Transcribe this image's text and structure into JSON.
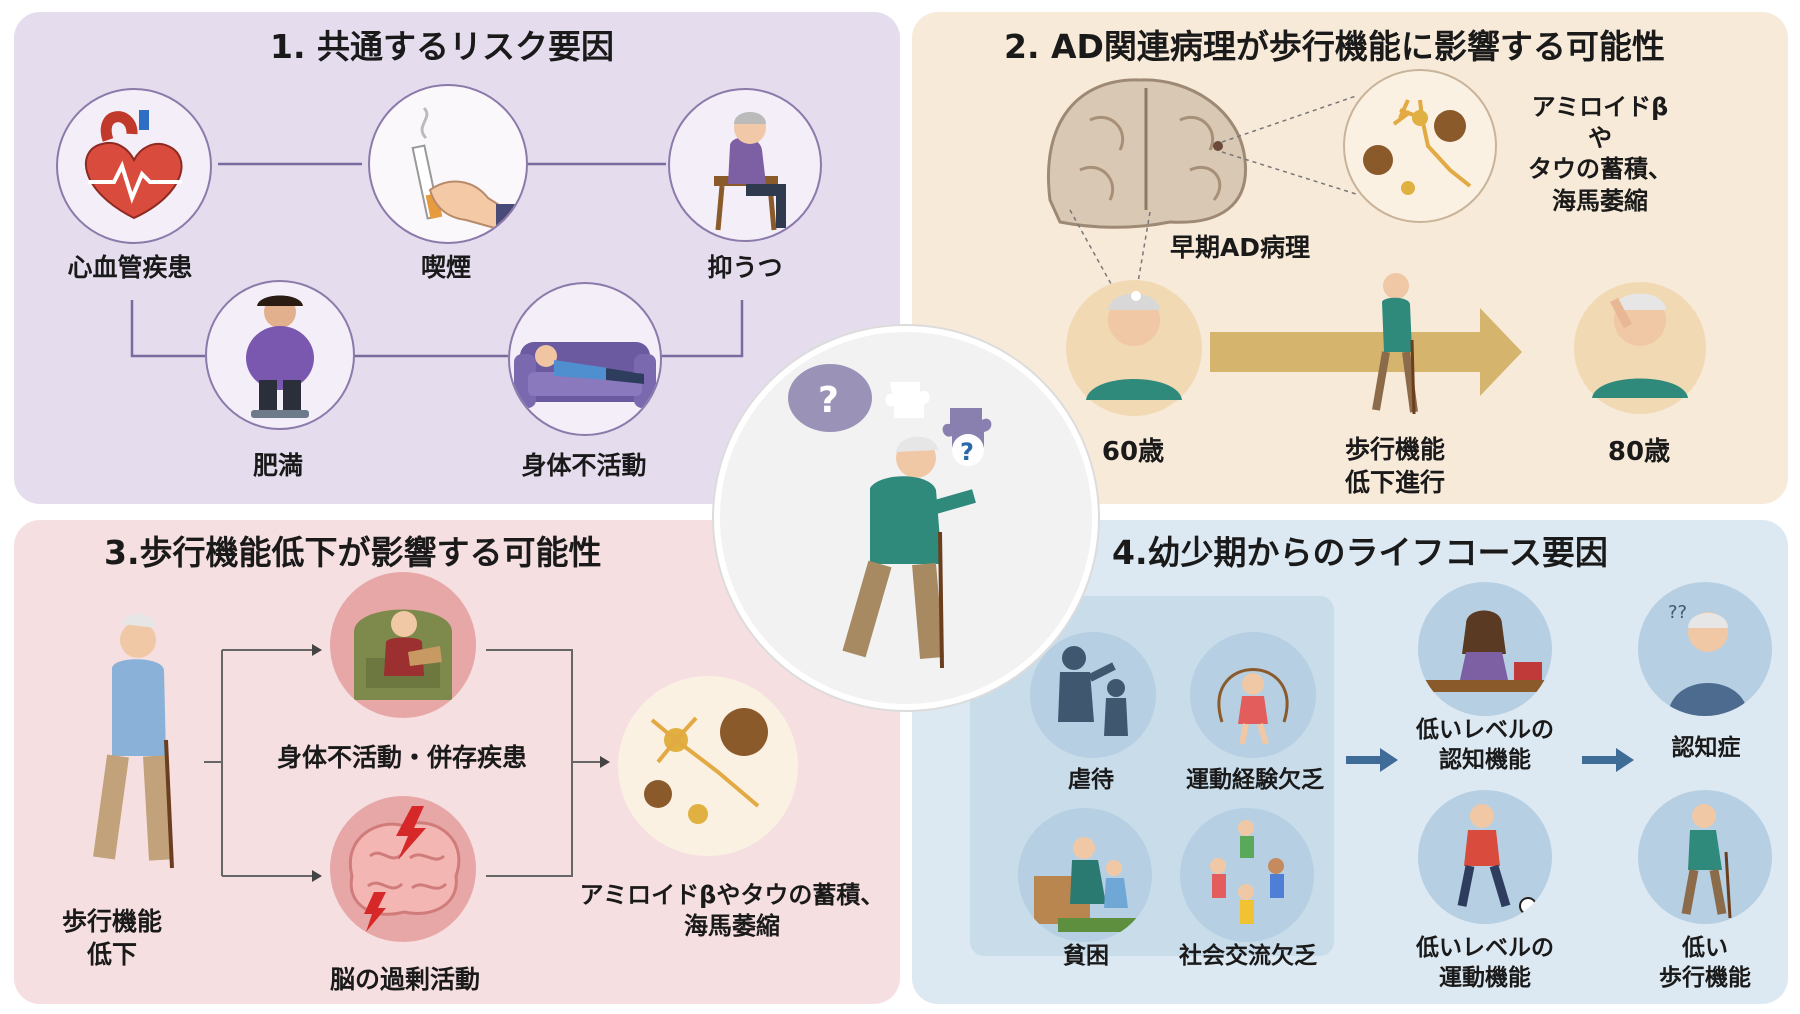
{
  "panel1": {
    "title": "1. 共通するリスク要因",
    "items": [
      {
        "label": "心血管疾患",
        "icon": "heart-icon"
      },
      {
        "label": "喫煙",
        "icon": "cigarette-icon"
      },
      {
        "label": "抑うつ",
        "icon": "depressed-person-icon"
      },
      {
        "label": "肥満",
        "icon": "obese-person-icon"
      },
      {
        "label": "身体不活動",
        "icon": "couch-person-icon"
      }
    ]
  },
  "panel2": {
    "title": "2. AD関連病理が歩行機能に影響する可能性",
    "pathology_label": "アミロイドβや\nタウの蓄積、\n海馬萎縮",
    "early_label": "早期AD病理",
    "age_start": "60歳",
    "gait_label": "歩行機能\n低下進行",
    "age_end": "80歳"
  },
  "panel3": {
    "title": "3.歩行機能低下が影響する可能性",
    "start_label": "歩行機能\n低下",
    "branch1": "身体不活動・併存疾患",
    "branch2": "脳の過剰活動",
    "result": "アミロイドβやタウの蓄積、\n海馬萎縮"
  },
  "panel4": {
    "title": "4.幼少期からのライフコース要因",
    "childhood": [
      "虐待",
      "運動経験欠乏",
      "貧困",
      "社会交流欠乏"
    ],
    "cognitive": "低いレベルの\n認知機能",
    "motor": "低いレベルの\n運動機能",
    "dementia": "認知症",
    "low_gait": "低い\n歩行機能"
  },
  "colors": {
    "panel1_bg": "#e5dcee",
    "panel2_bg": "#f8ead9",
    "panel3_bg": "#f6dfe1",
    "panel4_bg": "#dde9f2",
    "connector": "#7b6a9e",
    "arrow_gold": "#c9a24a",
    "arrow_blue": "#3f6c97"
  }
}
